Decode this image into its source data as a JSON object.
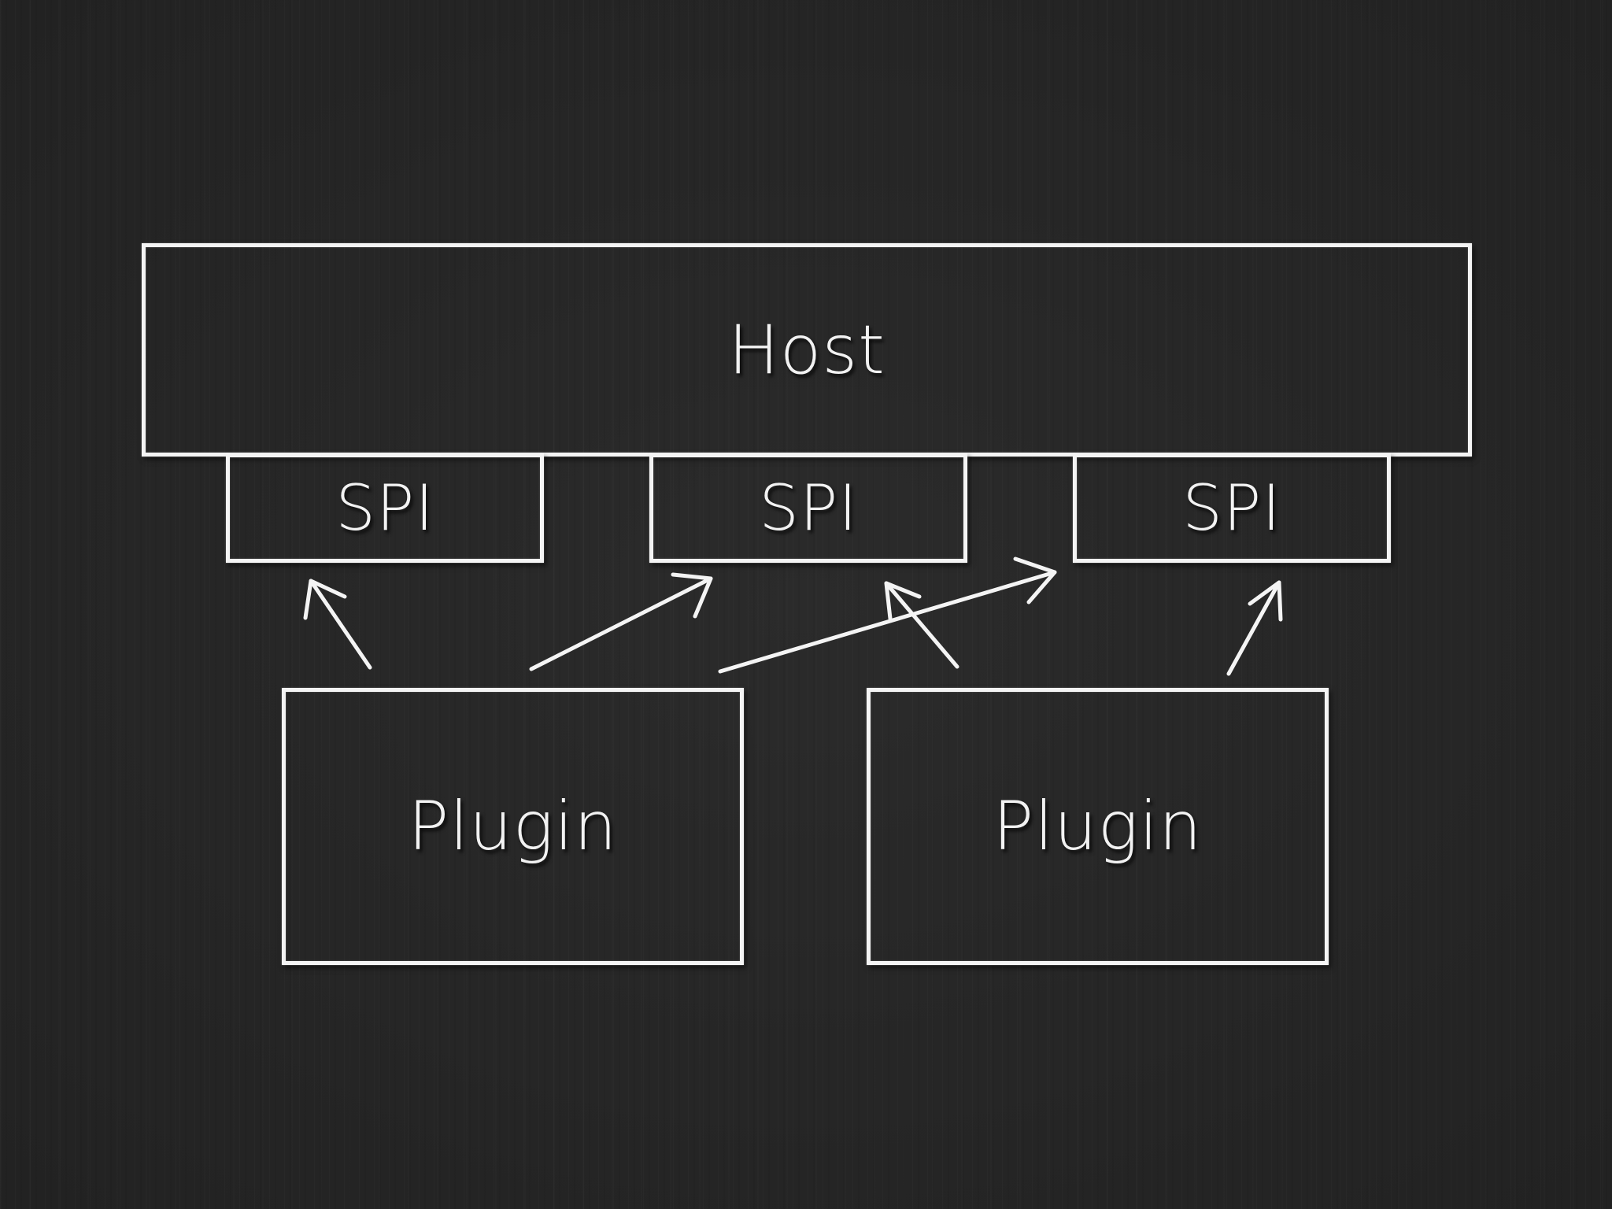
{
  "diagram": {
    "host": {
      "label": "Host"
    },
    "spis": [
      {
        "label": "SPI"
      },
      {
        "label": "SPI"
      },
      {
        "label": "SPI"
      }
    ],
    "plugins": [
      {
        "label": "Plugin"
      },
      {
        "label": "Plugin"
      }
    ]
  },
  "colors": {
    "background": "#262626",
    "chalk": "#f4f4f4"
  }
}
